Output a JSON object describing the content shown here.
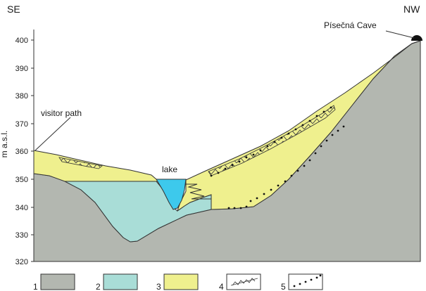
{
  "diagram": {
    "direction_left": "SE",
    "direction_right": "NW",
    "axis_label": "m a.s.l.",
    "y_ticks": [
      "400",
      "390",
      "380",
      "370",
      "360",
      "350",
      "340",
      "330",
      "320"
    ],
    "labels": {
      "cave": "Písečná Cave",
      "visitor_path": "visitor path",
      "lake": "lake"
    },
    "legend": [
      {
        "number": "1",
        "fill": "#b3b7b0"
      },
      {
        "number": "2",
        "fill": "#a9ddd7"
      },
      {
        "number": "3",
        "fill": "#eff08e"
      },
      {
        "number": "4",
        "pattern": "triangles"
      },
      {
        "number": "5",
        "pattern": "dots"
      }
    ],
    "colors": {
      "bedrock": "#b3b7b0",
      "clay": "#a9ddd7",
      "sediment": "#eff08e",
      "lake": "#3dc9ec"
    }
  }
}
